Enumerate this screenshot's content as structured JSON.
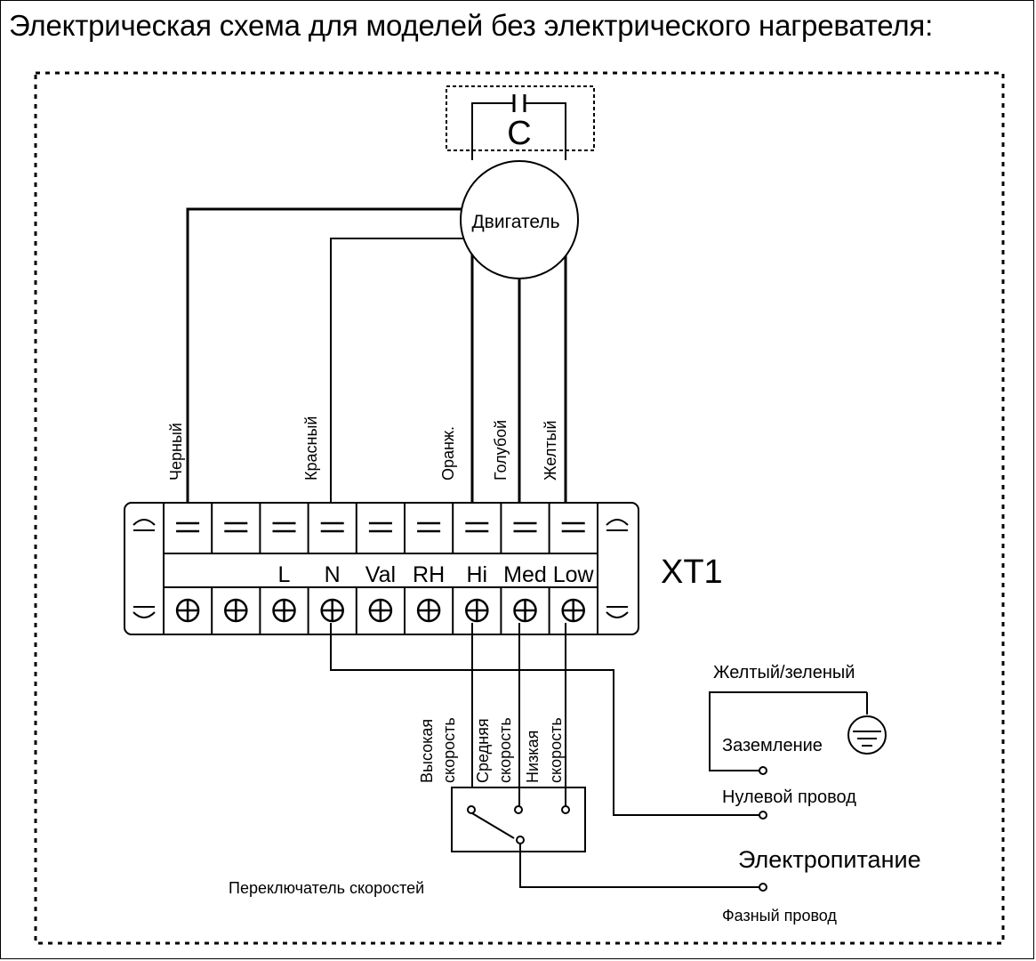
{
  "title": "Электрическая схема для моделей без электрического нагревателя:",
  "capacitor": {
    "label": "C"
  },
  "motor": {
    "label": "Двигатель"
  },
  "wire_colors": {
    "black": "Черный",
    "red": "Красный",
    "orange": "Оранж.",
    "blue": "Голубой",
    "yellow": "Желтый"
  },
  "terminal_block": {
    "name": "XT1",
    "terminals": [
      "",
      "",
      "L",
      "N",
      "Val",
      "RH",
      "Hi",
      "Med",
      "Low"
    ]
  },
  "speed_switch": {
    "label": "Переключатель скоростей",
    "speeds": {
      "high_1": "Высокая",
      "high_2": "скорость",
      "mid_1": "Средняя",
      "mid_2": "скорость",
      "low_1": "Низкая",
      "low_2": "скорость"
    }
  },
  "power": {
    "ground_wire": "Желтый/зеленый",
    "ground": "Заземление",
    "neutral": "Нулевой провод",
    "supply": "Электропитание",
    "phase": "Фазный провод"
  }
}
